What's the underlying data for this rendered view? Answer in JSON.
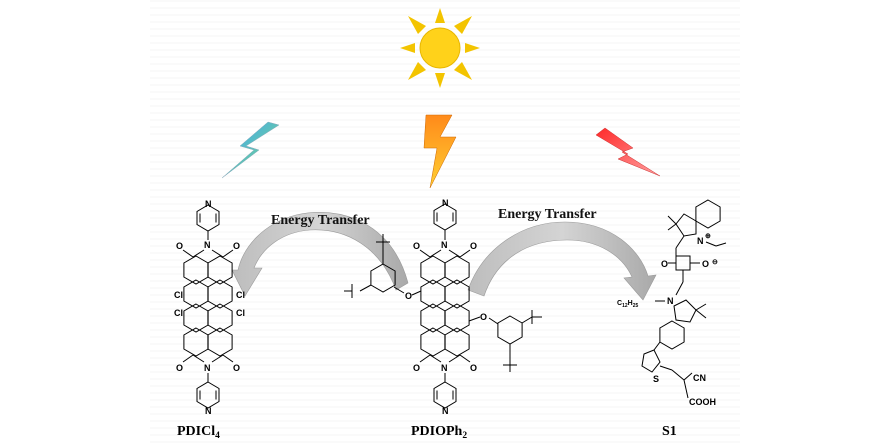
{
  "labels": {
    "transfer_1": "Energy Transfer",
    "transfer_2": "Energy Transfer"
  },
  "molecules": {
    "left": {
      "name": "PDICl",
      "subscript": "4"
    },
    "center": {
      "name": "PDIOPh",
      "subscript": "2"
    },
    "right": {
      "name": "S1",
      "subscript": ""
    }
  },
  "atoms": {
    "n": "N",
    "o": "O",
    "cl": "Cl",
    "oxygen_anion": "O",
    "minus": "⊖",
    "plus": "⊕",
    "alkyl_c": "C",
    "alkyl_c_sub": "12",
    "alkyl_h": "H",
    "alkyl_h_sub": "25",
    "s": "S",
    "cn": "CN",
    "cooh": "COOH"
  },
  "icons": {
    "sun": "sun-icon",
    "bolt_left": "lightning-bolt-icon",
    "bolt_center": "lightning-bolt-icon",
    "bolt_right": "lightning-bolt-icon"
  },
  "colors": {
    "sun_fill": "#ffd21a",
    "sun_rays": "#f3c400",
    "bolt_left_top": "#3aa0ff",
    "bolt_left_bottom": "#7ee07a",
    "bolt_center_top": "#ff8a1a",
    "bolt_center_bottom": "#ffcf33",
    "bolt_right_top": "#ff2a2a",
    "bolt_right_bottom": "#ff9e9e",
    "arrow": "#b8b8b8"
  }
}
